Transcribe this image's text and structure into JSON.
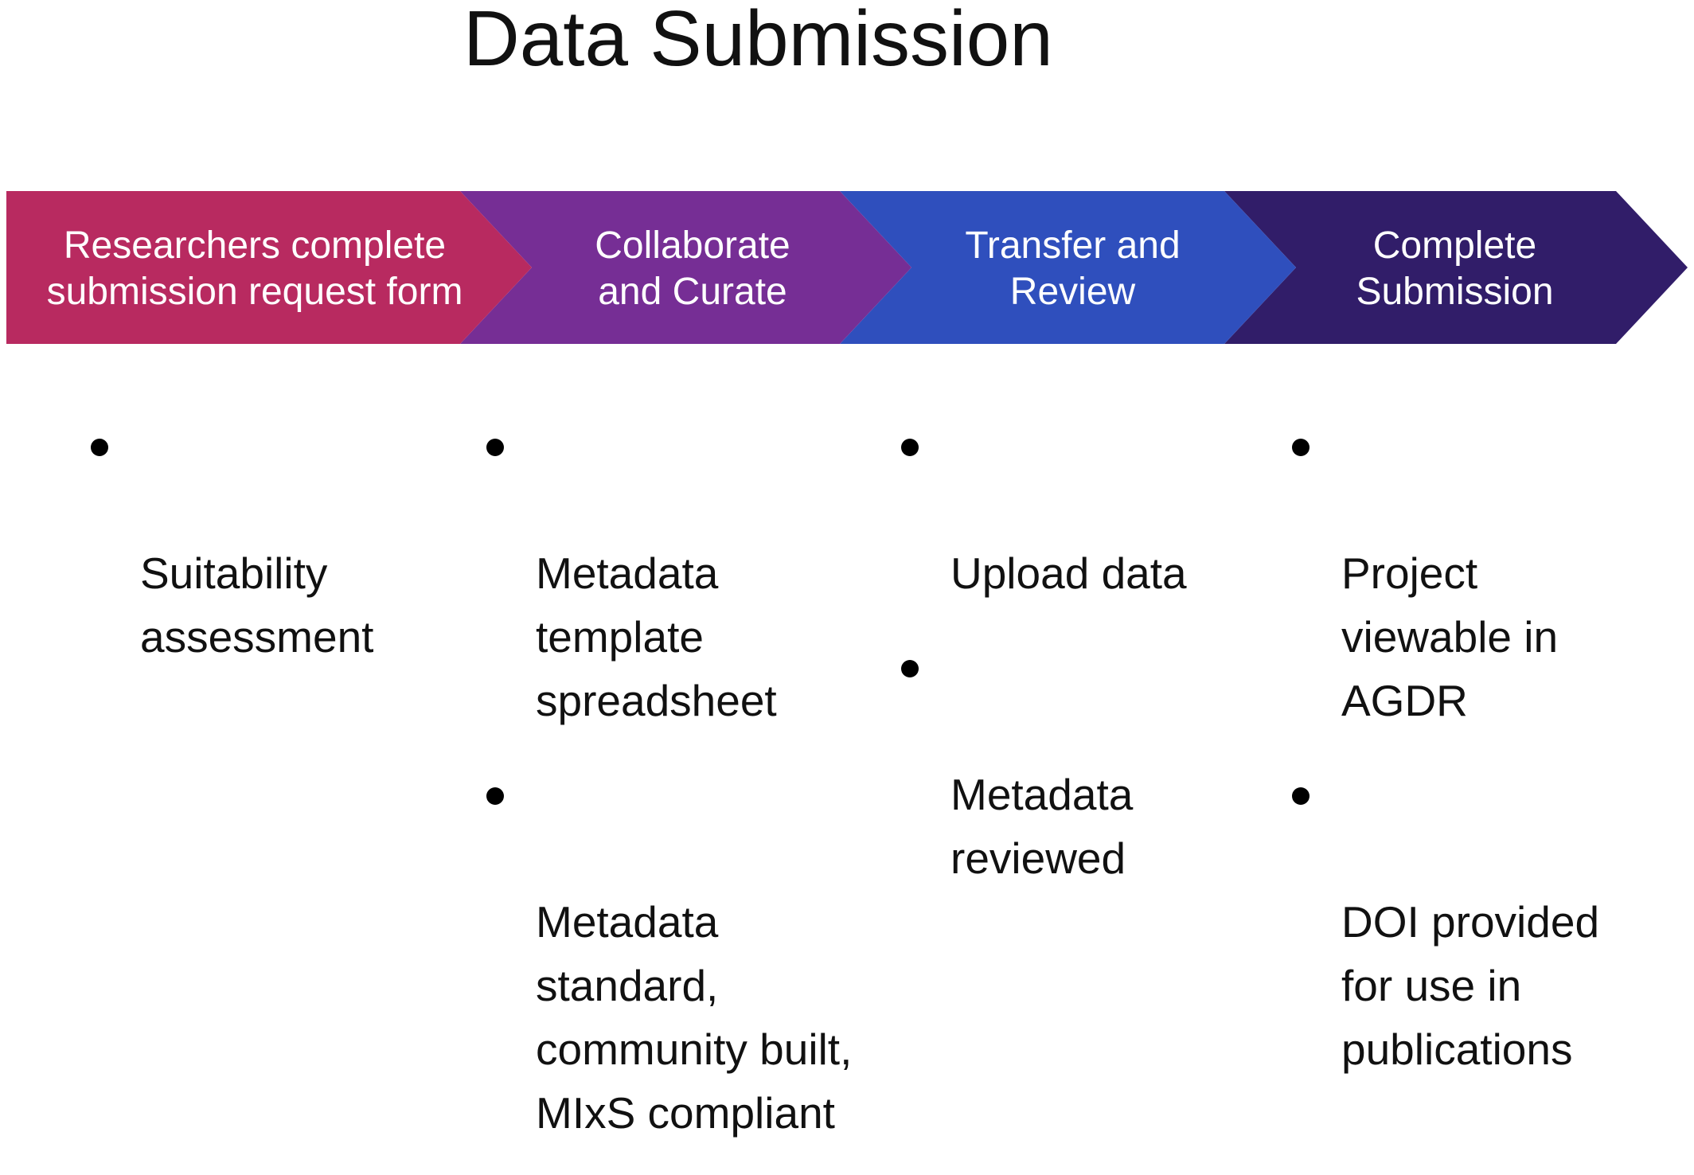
{
  "title": "Data Submission",
  "colors": {
    "step1": "#b82a60",
    "step2": "#762e95",
    "step3": "#2f4fbd",
    "step4": "#311d69",
    "text_on_arrow": "#ffffff",
    "bullet": "#000000"
  },
  "steps": [
    {
      "label": "Researchers complete\nsubmission request form",
      "bullets": [
        "Suitability\nassessment"
      ]
    },
    {
      "label": "Collaborate\nand Curate",
      "bullets": [
        "Metadata\ntemplate\nspreadsheet",
        "Metadata\nstandard,\ncommunity built,\nMIxS compliant"
      ]
    },
    {
      "label": "Transfer and\nReview",
      "bullets": [
        "Upload data",
        "Metadata\nreviewed"
      ]
    },
    {
      "label": "Complete\nSubmission",
      "bullets": [
        "Project\nviewable in\nAGDR",
        "DOI provided\nfor use in\npublications"
      ]
    }
  ]
}
